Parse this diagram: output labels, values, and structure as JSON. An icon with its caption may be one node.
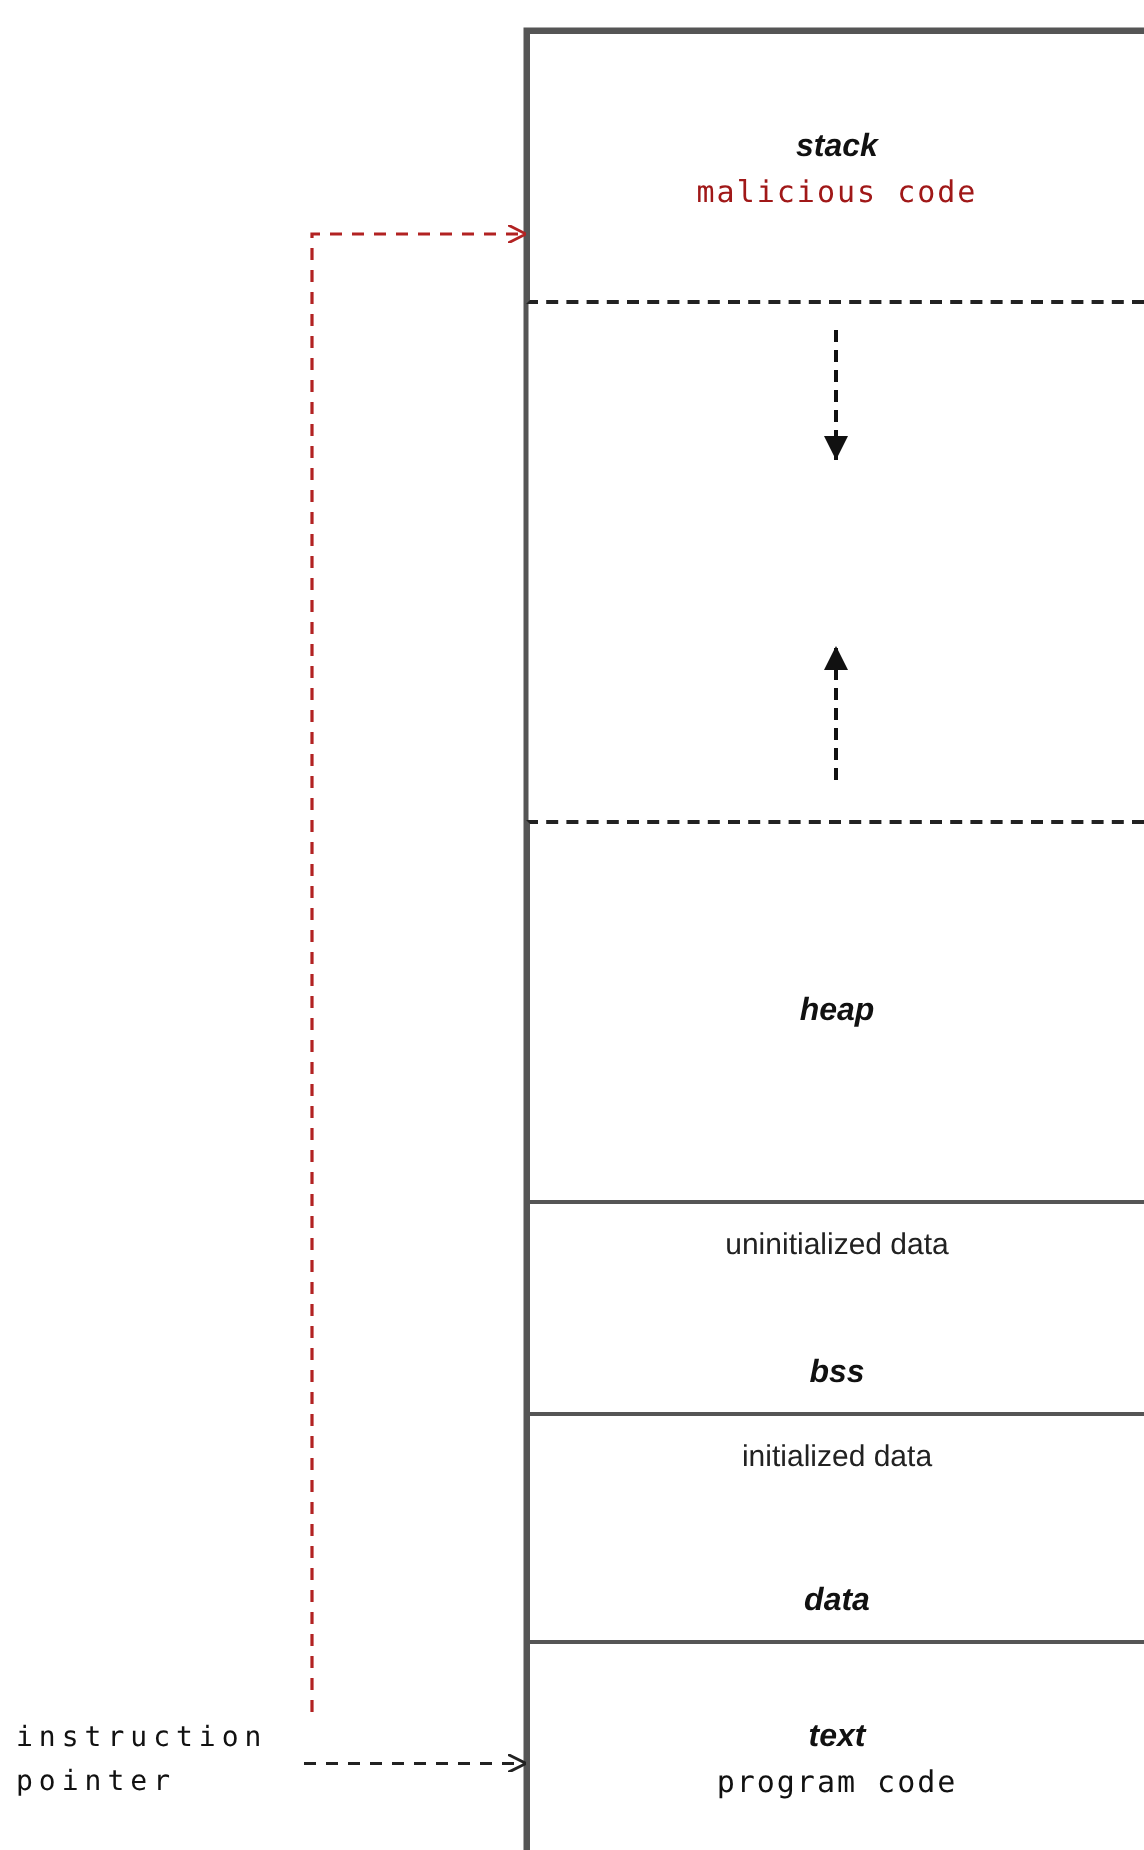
{
  "diagram": {
    "nodes": [
      {
        "text": [
          "stack",
          "malicious code"
        ]
      },
      {
        "text": [
          "heap"
        ]
      },
      {
        "text": [
          "uninitialized data",
          "bss"
        ]
      },
      {
        "text": [
          "initialized data",
          "data"
        ]
      },
      {
        "text": [
          "text",
          "program code"
        ]
      },
      {
        "text": [
          "instruction pointer"
        ]
      }
    ],
    "edges": [
      {
        "from": 5,
        "to": 4,
        "arrow": "to",
        "style": "dashed"
      },
      {
        "from": 5,
        "to": 0,
        "arrow": "to",
        "style": "dashed",
        "color": "#b22222"
      }
    ]
  }
}
